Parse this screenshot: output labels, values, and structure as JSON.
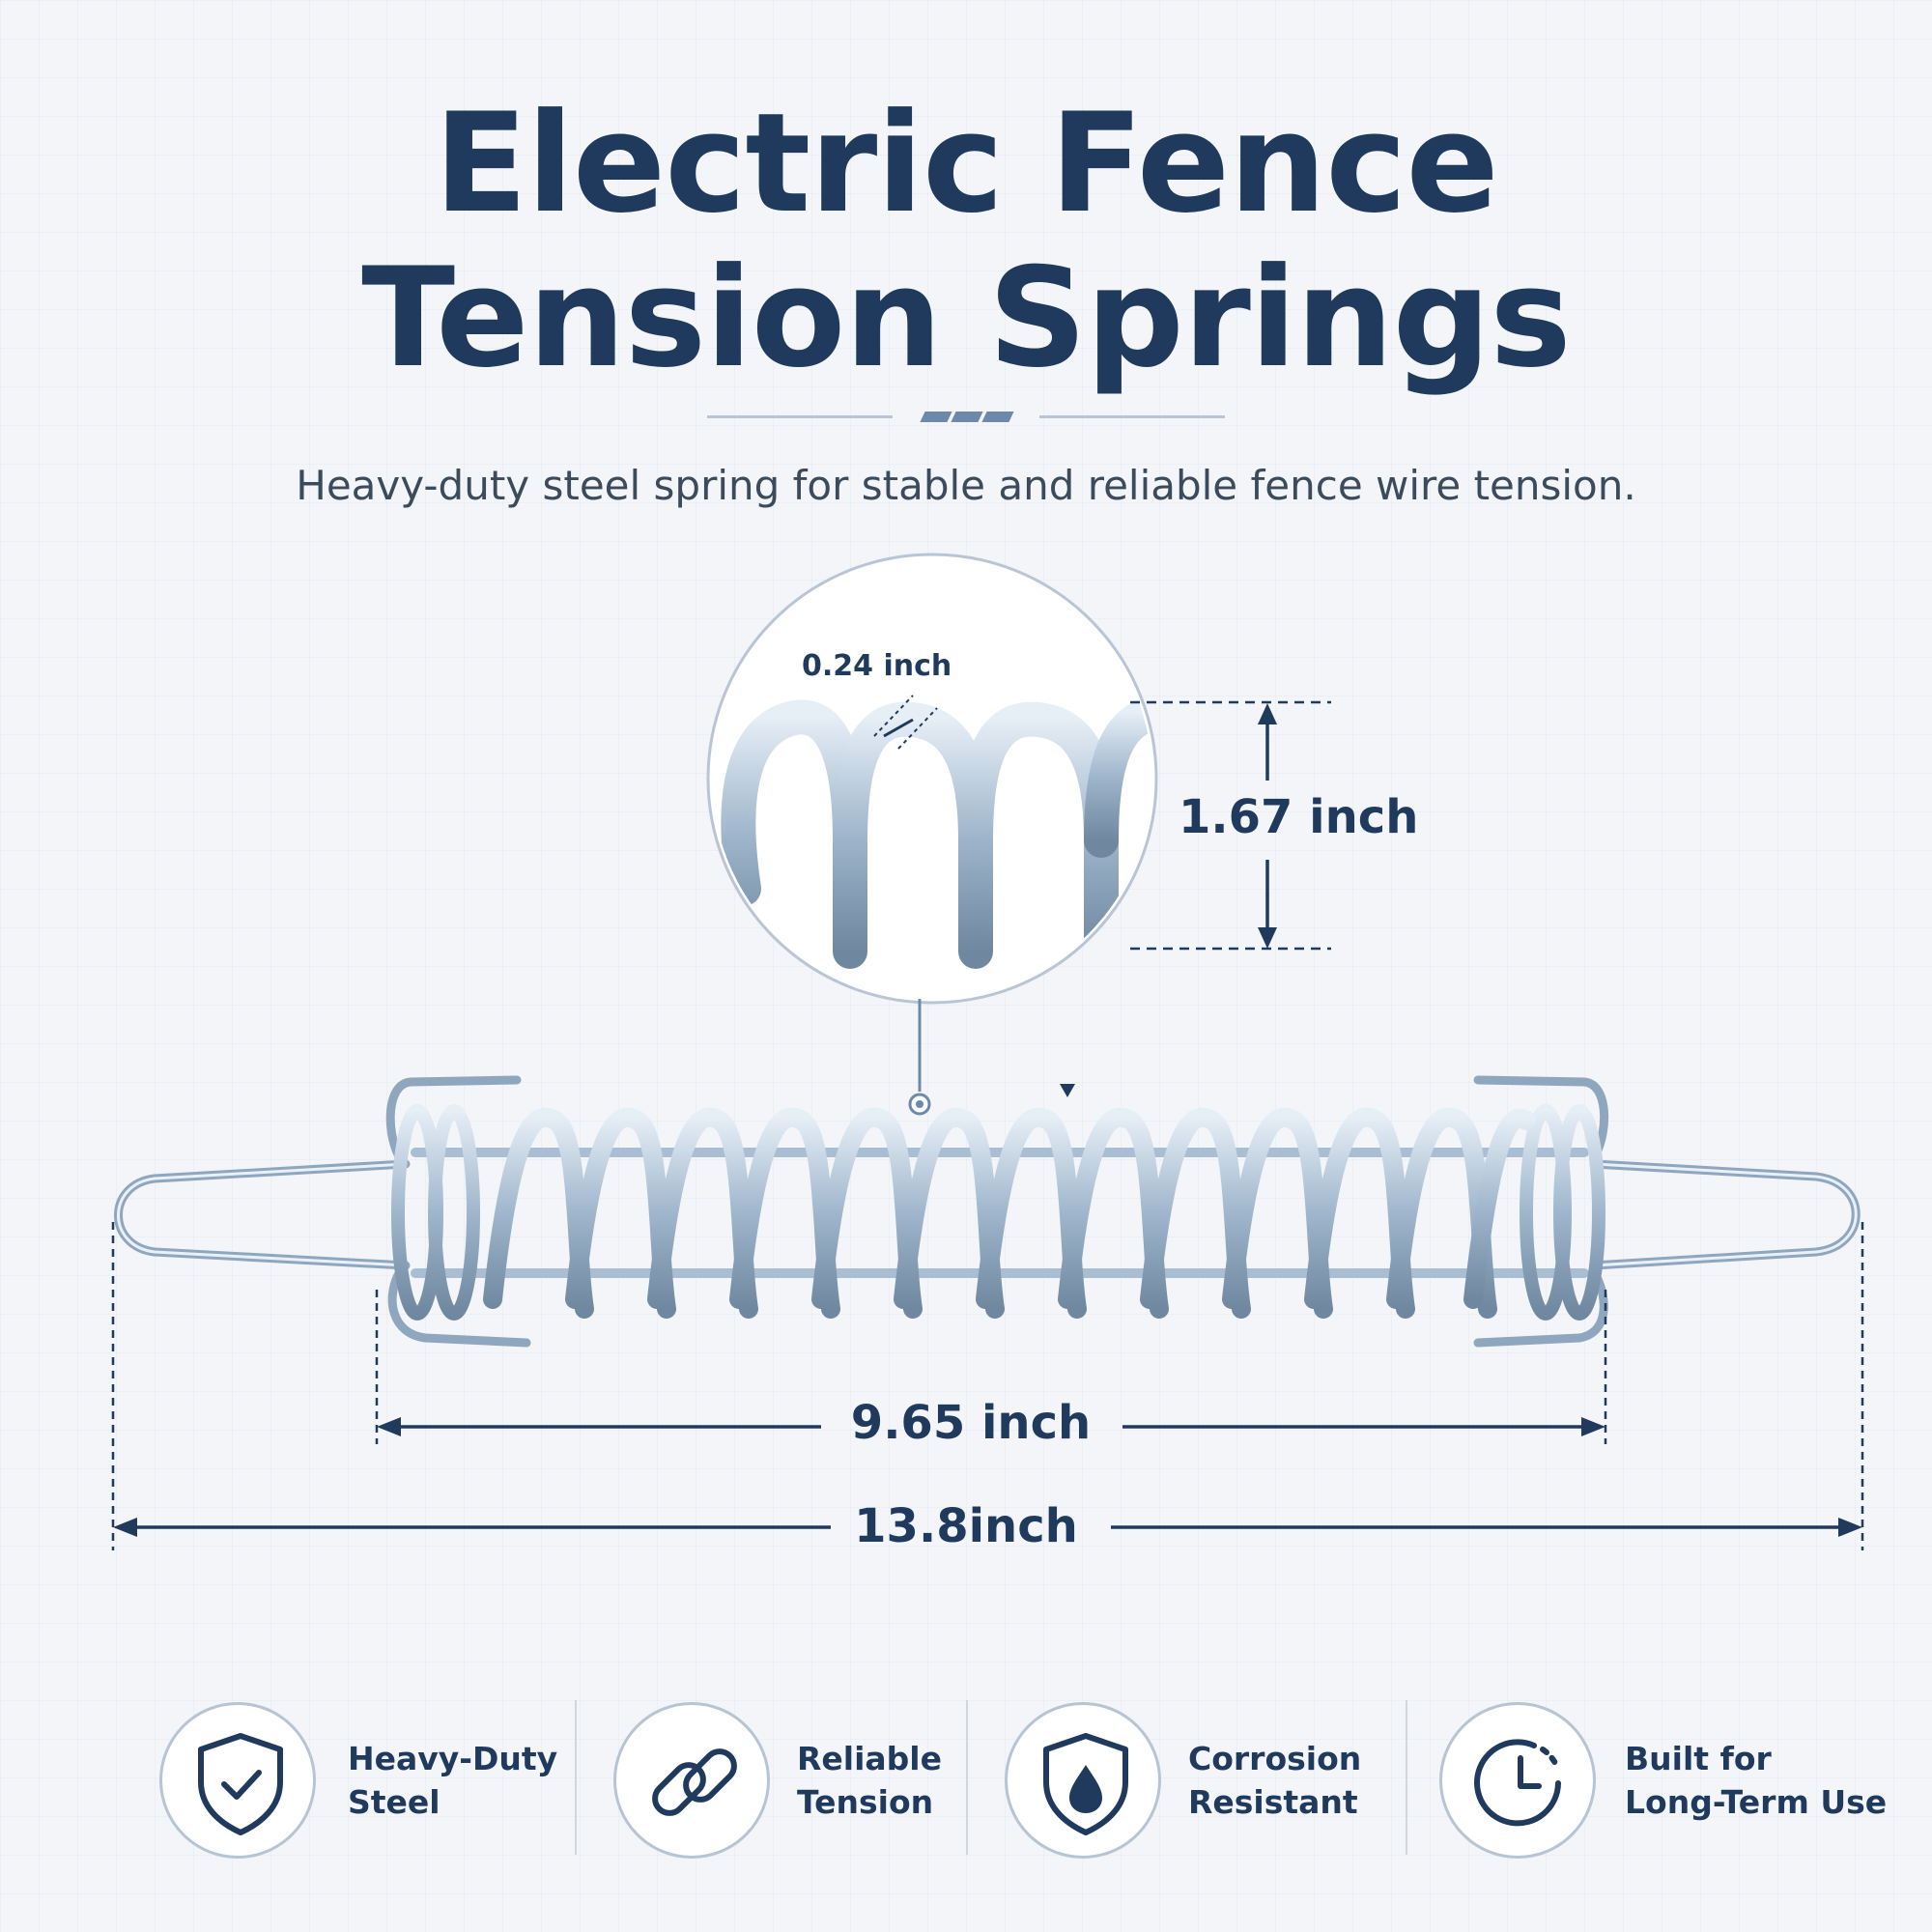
{
  "header": {
    "title_line_1": "Electric Fence",
    "title_line_2": "Tension Springs",
    "subtitle": "Heavy-duty steel spring for stable and reliable fence wire tension."
  },
  "dimensions": {
    "wire_thickness": "0.24 inch",
    "coil_diameter": "1.67 inch",
    "coil_length": "9.65 inch",
    "total_length": "13.8inch"
  },
  "features": [
    {
      "icon": "shield-check-icon",
      "line_1": "Heavy-Duty",
      "line_2": "Steel"
    },
    {
      "icon": "chain-link-icon",
      "line_1": "Reliable",
      "line_2": "Tension"
    },
    {
      "icon": "water-drop-shield-icon",
      "line_1": "Corrosion",
      "line_2": "Resistant"
    },
    {
      "icon": "clock-icon",
      "line_1": "Built for",
      "line_2": "Long-Term Use"
    }
  ],
  "colors": {
    "primary_navy": "#1f3a5c",
    "accent_blue": "#6d89aa",
    "steel": "#9fb6cc",
    "background": "#f3f5f8"
  }
}
